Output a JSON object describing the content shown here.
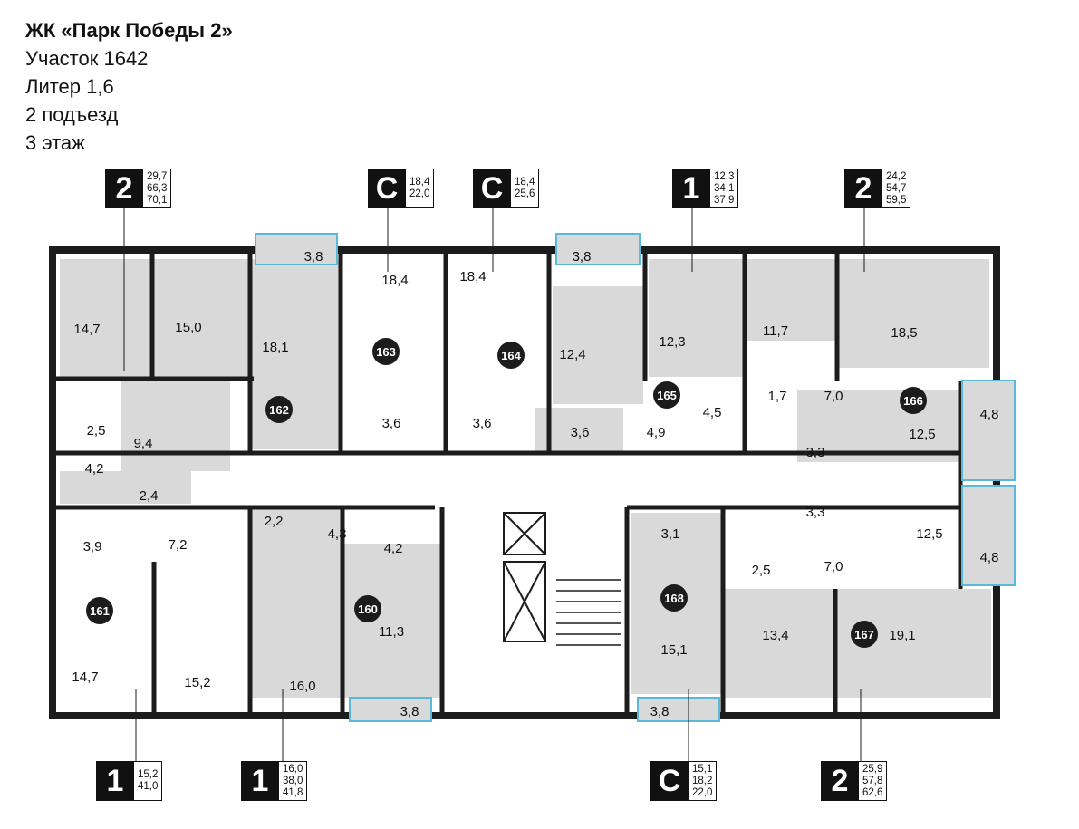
{
  "header": {
    "complex": "ЖК «Парк Победы 2»",
    "plot": "Участок 1642",
    "liter": "Литер 1,6",
    "entrance": "2 подъезд",
    "floor": "3 этаж"
  },
  "apartment_tags": [
    {
      "type": "2",
      "areas": [
        "29,7",
        "66,3",
        "70,1"
      ]
    },
    {
      "type": "С",
      "areas": [
        "18,4",
        "22,0"
      ]
    },
    {
      "type": "С",
      "areas": [
        "18,4",
        "25,6"
      ]
    },
    {
      "type": "1",
      "areas": [
        "12,3",
        "34,1",
        "37,9"
      ]
    },
    {
      "type": "2",
      "areas": [
        "24,2",
        "54,7",
        "59,5"
      ]
    },
    {
      "type": "1",
      "areas": [
        "15,2",
        "41,0"
      ]
    },
    {
      "type": "1",
      "areas": [
        "16,0",
        "38,0",
        "41,8"
      ]
    },
    {
      "type": "С",
      "areas": [
        "15,1",
        "18,2",
        "22,0"
      ]
    },
    {
      "type": "2",
      "areas": [
        "25,9",
        "57,8",
        "62,6"
      ]
    }
  ],
  "apartment_numbers": [
    "161",
    "162",
    "163",
    "164",
    "165",
    "166",
    "167",
    "168",
    "160"
  ],
  "room_areas": [
    "14,7",
    "15,0",
    "3,8",
    "18,1",
    "18,4",
    "18,4",
    "3,8",
    "12,4",
    "12,3",
    "11,7",
    "18,5",
    "2,5",
    "9,4",
    "4,2",
    "2,4",
    "3,6",
    "3,6",
    "3,6",
    "4,9",
    "4,5",
    "1,7",
    "7,0",
    "12,5",
    "4,8",
    "3,3",
    "3,3",
    "3,9",
    "7,2",
    "2,2",
    "4,3",
    "4,2",
    "3,1",
    "12,5",
    "4,8",
    "7,0",
    "2,5",
    "14,7",
    "15,2",
    "16,0",
    "11,3",
    "15,1",
    "13,4",
    "19,1",
    "3,8",
    "3,8"
  ],
  "colors": {
    "wall": "#1c1c1c",
    "room_fill": "#d9d9d9",
    "accent_balcony": "#5ab8d8",
    "apartment_badge": "#1c1c1c"
  }
}
